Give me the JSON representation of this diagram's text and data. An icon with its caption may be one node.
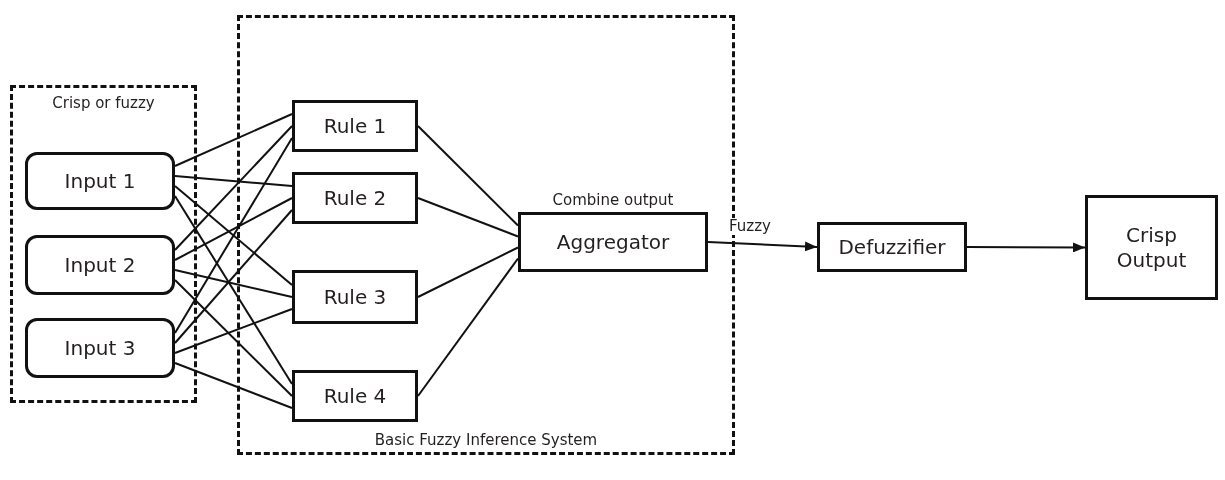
{
  "diagram": {
    "nodes": [
      {
        "text": [
          "Crisp or fuzzy"
        ]
      },
      {
        "text": [
          "Input 1"
        ],
        "in": 0
      },
      {
        "text": [
          "Input 2"
        ],
        "in": 0
      },
      {
        "text": [
          "Input 3"
        ],
        "in": 0
      },
      {
        "text": [
          "Basic Fuzzy Inference System"
        ]
      },
      {
        "text": [
          "Rule 1"
        ],
        "in": 4
      },
      {
        "text": [
          "Rule 2"
        ],
        "in": 4
      },
      {
        "text": [
          "Rule 3"
        ],
        "in": 4
      },
      {
        "text": [
          "Rule 4"
        ],
        "in": 4
      },
      {
        "text": [
          "Aggregator"
        ],
        "in": 4,
        "beside": [
          "Combine output"
        ]
      },
      {
        "text": [
          "Defuzzifier"
        ]
      },
      {
        "text": [
          "Crisp Output"
        ]
      }
    ],
    "edges": [
      {
        "from": 1,
        "to": 5,
        "arrow": "none"
      },
      {
        "from": 1,
        "to": 6,
        "arrow": "none"
      },
      {
        "from": 1,
        "to": 7,
        "arrow": "none"
      },
      {
        "from": 1,
        "to": 8,
        "arrow": "none"
      },
      {
        "from": 2,
        "to": 5,
        "arrow": "none"
      },
      {
        "from": 2,
        "to": 6,
        "arrow": "none"
      },
      {
        "from": 2,
        "to": 7,
        "arrow": "none"
      },
      {
        "from": 2,
        "to": 8,
        "arrow": "none"
      },
      {
        "from": 3,
        "to": 5,
        "arrow": "none"
      },
      {
        "from": 3,
        "to": 6,
        "arrow": "none"
      },
      {
        "from": 3,
        "to": 7,
        "arrow": "none"
      },
      {
        "from": 3,
        "to": 8,
        "arrow": "none"
      },
      {
        "from": 5,
        "to": 9,
        "arrow": "none"
      },
      {
        "from": 6,
        "to": 9,
        "arrow": "none"
      },
      {
        "from": 7,
        "to": 9,
        "arrow": "none"
      },
      {
        "from": 8,
        "to": 9,
        "arrow": "none"
      },
      {
        "from": 9,
        "to": 10,
        "arrow": "to",
        "label": "Fuzzy"
      },
      {
        "from": 10,
        "to": 11,
        "arrow": "to"
      }
    ]
  }
}
